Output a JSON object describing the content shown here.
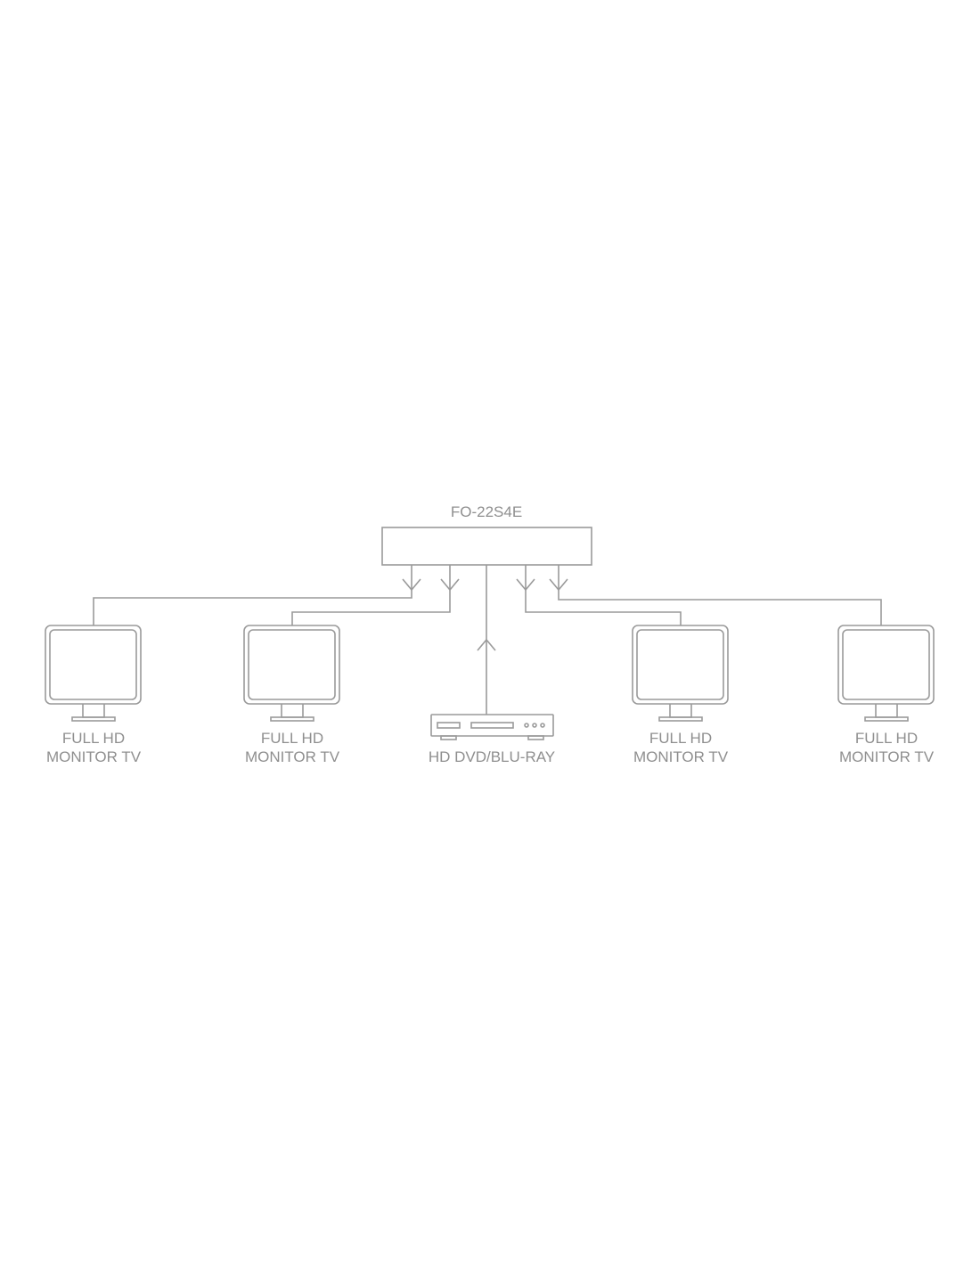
{
  "diagram": {
    "splitter": {
      "label": "FO-22S4E"
    },
    "source": {
      "label": "HD DVD/BLU-RAY",
      "icon": "dvd-player-icon"
    },
    "outputs": [
      {
        "line1": "FULL HD",
        "line2": "MONITOR TV",
        "icon": "monitor-icon"
      },
      {
        "line1": "FULL HD",
        "line2": "MONITOR TV",
        "icon": "monitor-icon"
      },
      {
        "line1": "FULL HD",
        "line2": "MONITOR TV",
        "icon": "monitor-icon"
      },
      {
        "line1": "FULL HD",
        "line2": "MONITOR TV",
        "icon": "monitor-icon"
      }
    ],
    "colors": {
      "line": "#9a9a9a",
      "text": "#8f8f8f"
    }
  }
}
